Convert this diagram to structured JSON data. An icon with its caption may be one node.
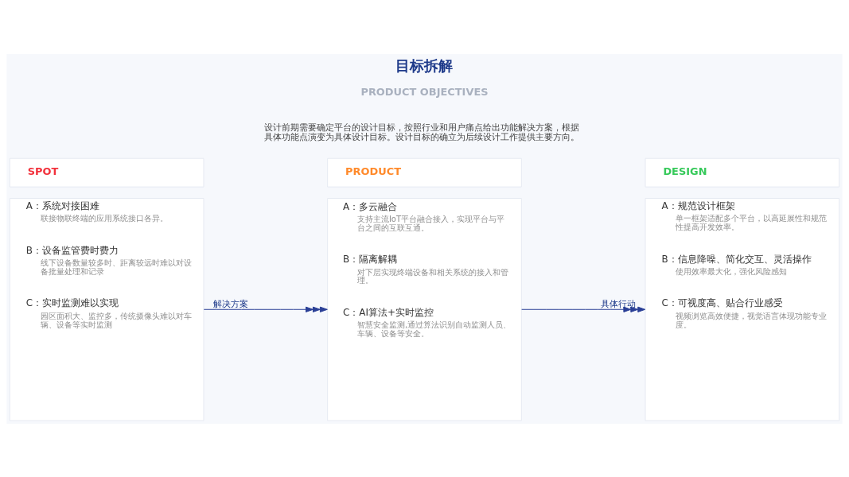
{
  "diagram": {
    "title": "目标拆解",
    "nodes": [
      {
        "text": [
          "SPOT"
        ]
      },
      {
        "text": [
          "A：系统对接困难",
          "联接物联终端的应用系统接口各异。",
          "B：设备监管费时费力",
          "线下设备数量较多时、距离较远时难以对设备批量处理和记录",
          "C：实时监测难以实现",
          "园区面积大、监控多，传统摄像头难以对车辆、设备等实时监测"
        ]
      },
      {
        "text": [
          "PRODUCT"
        ]
      },
      {
        "text": [
          "A：多云融合",
          "支持主流IoT平台融合接入，实现平台与平台之间的互联互通。",
          "B：隔离解耦",
          "对下层实现终端设备和相关系统的接入和管理。",
          "C：AI算法+实时监控",
          "智慧安全监测,通过算法识别自动监测人员、车辆、设备等安全。"
        ]
      },
      {
        "text": [
          "DESIGN"
        ]
      },
      {
        "text": [
          "A：规范设计框架",
          "单一框架适配多个平台，以高延展性和规范性提高开发效率。",
          "B：信息降噪、简化交互、灵活操作",
          "使用效率最大化，强化风险感知",
          "C：可视度高、贴合行业感受",
          "视频浏览高效便捷，视觉语言体现功能专业度。"
        ]
      }
    ],
    "edges": [
      {
        "from": 1,
        "to": 3,
        "arrow": "to",
        "label": "解决方案"
      },
      {
        "from": 3,
        "to": 5,
        "arrow": "to",
        "label": "具体行动"
      }
    ],
    "labels": [
      "PRODUCT OBJECTIVES",
      "设计前期需要确定平台的设计目标，按照行业和用户痛点给出功能解决方案，根据具体功能点演变为具体设计目标。设计目标的确立为后续设计工作提供主要方向。"
    ]
  }
}
